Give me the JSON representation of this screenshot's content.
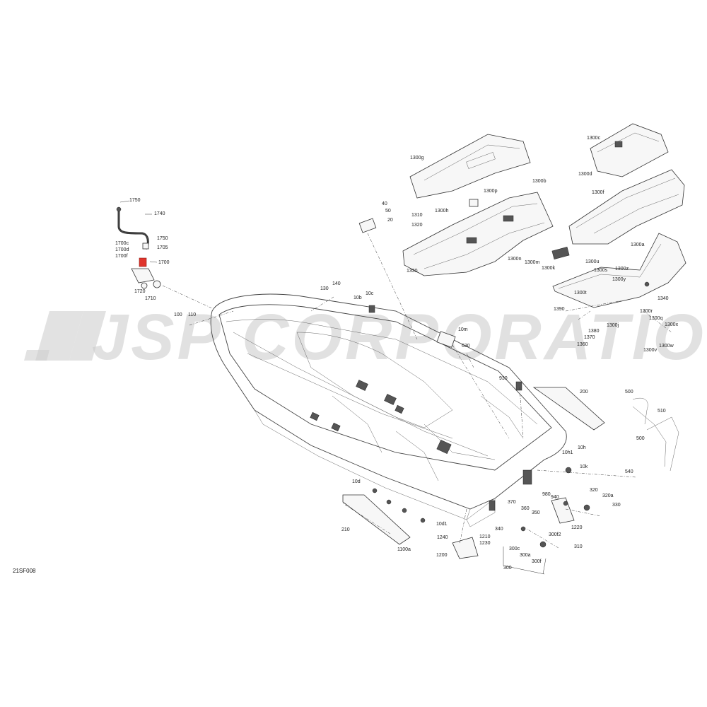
{
  "watermark": {
    "text": "JSP CORPORATION"
  },
  "diagram_code": "21SF008",
  "accent_colors": {
    "highlight": "#e0342c",
    "line": "#333333",
    "watermark": "#c8c8c8"
  },
  "callouts": {
    "c1750a": "1750",
    "c1740": "1740",
    "c1750b": "1750",
    "c1705": "1705",
    "c1700c": "1700c",
    "c1700d": "1700d",
    "c1700f": "1700f",
    "c1700": "1700",
    "c1720": "1720",
    "c1710": "1710",
    "c100": "100",
    "c110": "110",
    "c130": "130",
    "c140": "140",
    "c10b": "10b",
    "c10c": "10c",
    "c40": "40",
    "c50": "50",
    "c20": "20",
    "c1310": "1310",
    "c1320": "1320",
    "c1300h": "1300h",
    "c1300g": "1300g",
    "c1300p": "1300p",
    "c1300b": "1300b",
    "c1330": "1330",
    "c1300n": "1300n",
    "c1300m": "1300m",
    "c1300k": "1300k",
    "c1300c": "1300c",
    "c1300d": "1300d",
    "c1300f": "1300f",
    "c1300a": "1300a",
    "c1300u": "1300u",
    "c1300s": "1300s",
    "c1300z": "1300z",
    "c1300y": "1300y",
    "c1300t": "1300t",
    "c1340": "1340",
    "c1390": "1390",
    "c1300r": "1300r",
    "c1300q": "1300q",
    "c1300j": "1300j",
    "c1300x": "1300x",
    "c1380": "1380",
    "c1370": "1370",
    "c1360": "1360",
    "c1300w": "1300w",
    "c1300v": "1300v",
    "c10m": "10m",
    "c630": "630",
    "c930": "930",
    "c200": "200",
    "c500": "500",
    "c510": "510",
    "c500b": "500",
    "c540": "540",
    "c10h1": "10h1",
    "c10h": "10h",
    "c10k": "10k",
    "c980": "980",
    "c940": "940",
    "c320": "320",
    "c320a": "320a",
    "c330": "330",
    "c370": "370",
    "c360": "360",
    "c350": "350",
    "c340": "340",
    "c1220": "1220",
    "c10d": "10d",
    "c10d1": "10d1",
    "c210": "210",
    "c1100a": "1100a",
    "c1240": "1240",
    "c1210": "1210",
    "c1230": "1230",
    "c1200": "1200",
    "c300c": "300c",
    "c300f2": "300f2",
    "c300a": "300a",
    "c300f": "300f",
    "c310": "310",
    "c300": "300"
  }
}
